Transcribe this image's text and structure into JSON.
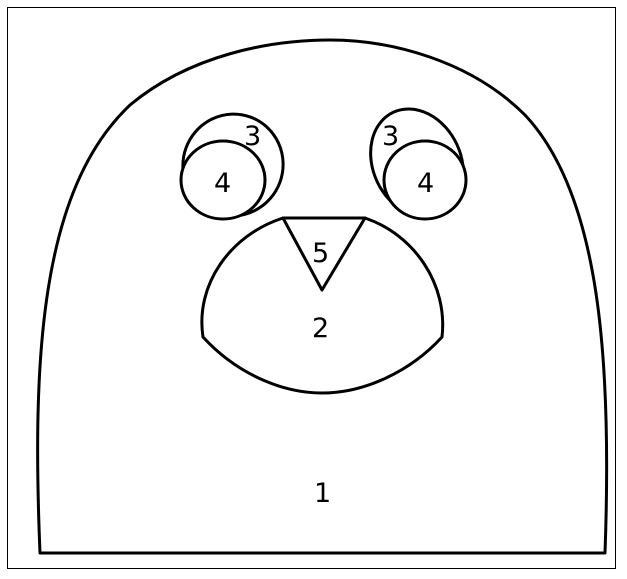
{
  "diagram": {
    "labels": {
      "body": "1",
      "muzzle": "2",
      "left_eye_outer": "3",
      "left_eye_inner": "4",
      "right_eye_outer": "3",
      "right_eye_inner": "4",
      "nose": "5"
    },
    "colors": {
      "stroke": "#000000",
      "fill": "#ffffff"
    }
  }
}
